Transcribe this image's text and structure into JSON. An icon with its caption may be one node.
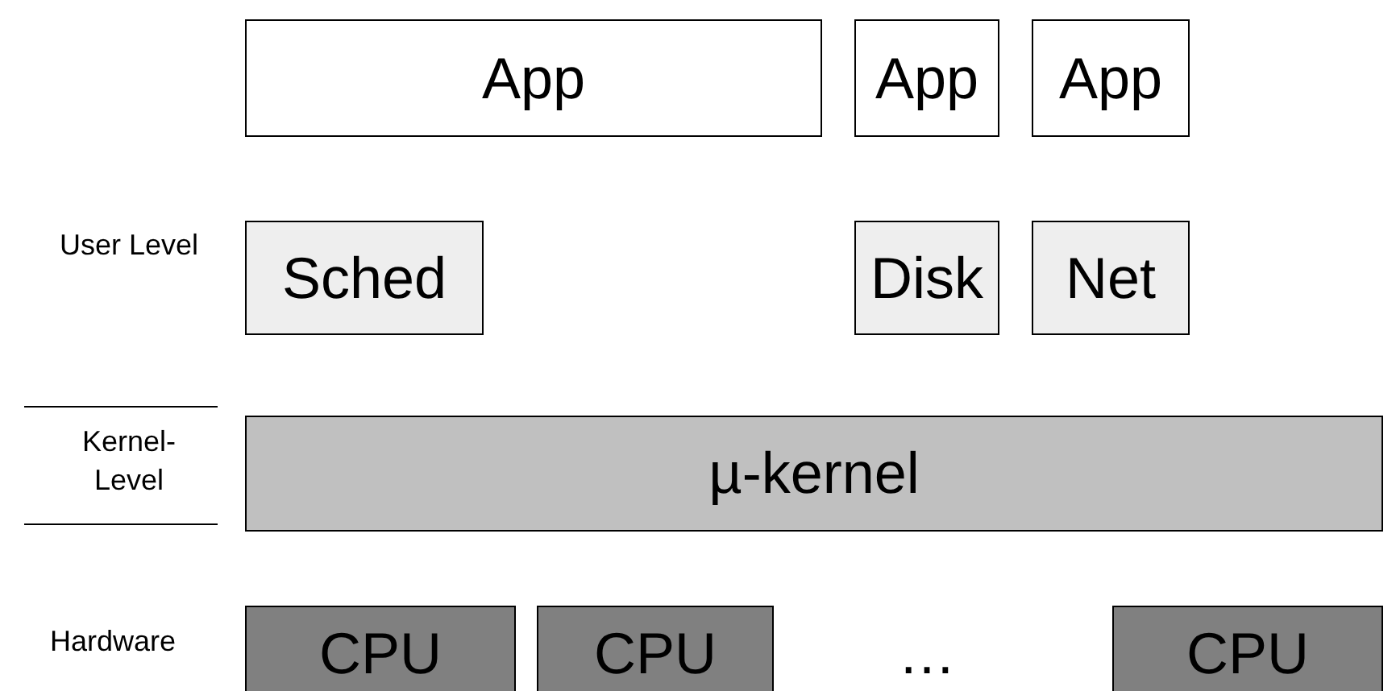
{
  "diagram": {
    "nodes": [
      {
        "text": [
          "App"
        ]
      },
      {
        "text": [
          "App"
        ]
      },
      {
        "text": [
          "App"
        ]
      },
      {
        "text": [
          "Sched"
        ]
      },
      {
        "text": [
          "Disk"
        ]
      },
      {
        "text": [
          "Net"
        ]
      },
      {
        "text": [
          "µ-kernel"
        ]
      },
      {
        "text": [
          "CPU"
        ]
      },
      {
        "text": [
          "CPU"
        ]
      },
      {
        "text": [
          "CPU"
        ]
      }
    ],
    "labels": [
      "User Level",
      "Kernel-Level",
      "Hardware",
      "…"
    ]
  }
}
